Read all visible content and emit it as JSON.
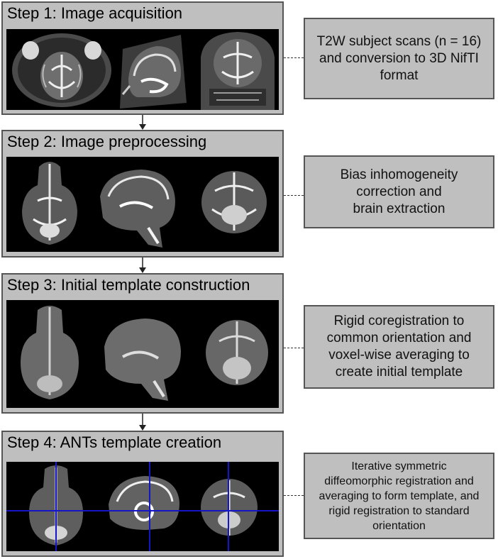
{
  "steps": [
    {
      "title": "Step 1: Image acquisition",
      "description": "T2W subject scans (n = 16)\nand conversion to 3D NifTI\nformat"
    },
    {
      "title": "Step 2: Image preprocessing",
      "description": "Bias inhomogeneity\ncorrection and\nbrain extraction"
    },
    {
      "title": "Step 3: Initial template construction",
      "description": "Rigid coregistration to\ncommon orientation and\nvoxel-wise averaging to\ncreate initial template"
    },
    {
      "title": "Step 4: ANTs template creation",
      "description": "Iterative symmetric\ndiffeomorphic registration and\naveraging to form template, and\nrigid registration to standard\norientation"
    }
  ],
  "colors": {
    "panel_fill": "#bfbfbf",
    "panel_border": "#555555",
    "scan_background": "#000000",
    "crosshair": "#1515c8"
  },
  "icons": [
    "down-arrow-icon",
    "dashed-connector"
  ]
}
